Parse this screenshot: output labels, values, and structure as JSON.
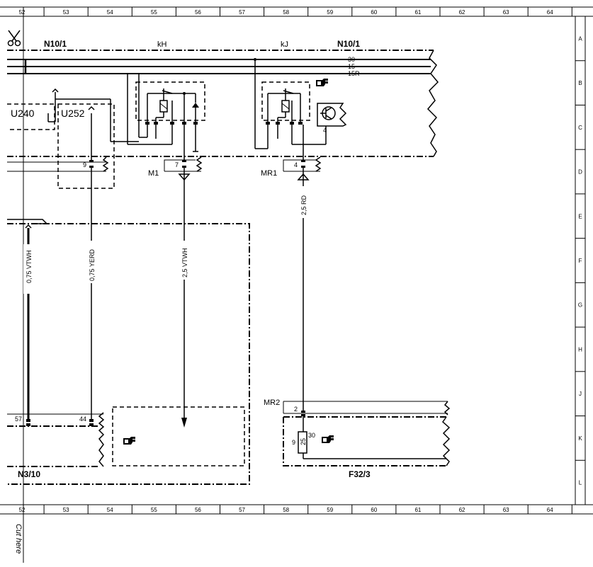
{
  "grid": {
    "columns": [
      "52",
      "53",
      "54",
      "55",
      "56",
      "57",
      "58",
      "59",
      "60",
      "61",
      "62",
      "63",
      "64"
    ],
    "rows": [
      "A",
      "B",
      "C",
      "D",
      "E",
      "F",
      "G",
      "H",
      "J",
      "K",
      "L"
    ]
  },
  "components": {
    "n10_1_left": "N10/1",
    "n10_1_right": "N10/1",
    "relay_kh": "kH",
    "relay_kj": "kJ",
    "u240": "U240",
    "u252": "U252",
    "n3_10": "N3/10",
    "f32_3": "F32/3"
  },
  "terminals": {
    "t30": "30",
    "t15": "15",
    "t15r": "15R",
    "transistor_pin": "4",
    "pin_9": "9",
    "pin_7": "7",
    "pin_4": "4",
    "pin_57": "57",
    "pin_44": "44",
    "pin_2": "2",
    "fuse_9": "9",
    "fuse_30": "30",
    "fuse_25": "25"
  },
  "connectors": {
    "m1": "M1",
    "mr1": "MR1",
    "mr2": "MR2"
  },
  "wires": {
    "w1": "0,75 VTWH",
    "w2": "0,75 YERD",
    "w3": "2,5 VTWH",
    "w4": "2,5 RD"
  },
  "footer": {
    "cut_here": "Cut here"
  }
}
